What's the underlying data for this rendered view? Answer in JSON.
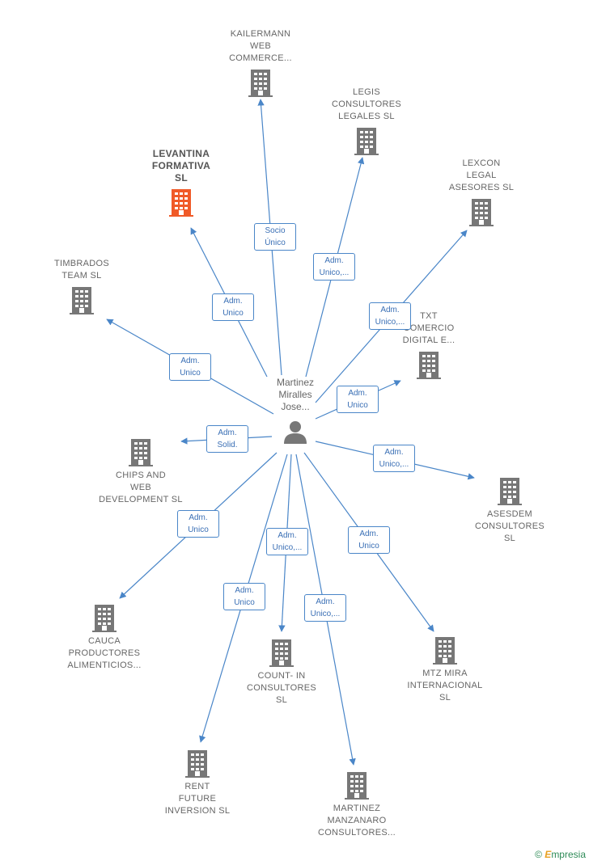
{
  "center": {
    "lines": [
      "Martinez",
      "Miralles",
      "Jose..."
    ],
    "icon": "person-icon"
  },
  "nodes": [
    {
      "id": "kailermann",
      "lines": [
        "KAILERMANN",
        "WEB",
        "COMMERCE..."
      ],
      "highlight": false
    },
    {
      "id": "legis",
      "lines": [
        "LEGIS",
        "CONSULTORES",
        "LEGALES  SL"
      ],
      "highlight": false
    },
    {
      "id": "levantina",
      "lines": [
        "LEVANTINA",
        "FORMATIVA",
        "SL"
      ],
      "highlight": true
    },
    {
      "id": "lexcon",
      "lines": [
        "LEXCON",
        "LEGAL",
        "ASESORES  SL"
      ],
      "highlight": false
    },
    {
      "id": "timbrados",
      "lines": [
        "TIMBRADOS",
        "TEAM  SL"
      ],
      "highlight": false
    },
    {
      "id": "txt",
      "lines": [
        "TXT",
        "COMERCIO",
        "DIGITAL E..."
      ],
      "highlight": false
    },
    {
      "id": "chips",
      "lines": [
        "CHIPS AND",
        "WEB",
        "DEVELOPMENT SL"
      ],
      "highlight": false
    },
    {
      "id": "asesdem",
      "lines": [
        "ASESDEM",
        "CONSULTORES",
        "SL"
      ],
      "highlight": false
    },
    {
      "id": "cauca",
      "lines": [
        "CAUCA",
        "PRODUCTORES",
        "ALIMENTICIOS..."
      ],
      "highlight": false
    },
    {
      "id": "countin",
      "lines": [
        "COUNT- IN",
        "CONSULTORES",
        "SL"
      ],
      "highlight": false
    },
    {
      "id": "mtz",
      "lines": [
        "MTZ MIRA",
        "INTERNACIONAL",
        "SL"
      ],
      "highlight": false
    },
    {
      "id": "rent",
      "lines": [
        "RENT",
        "FUTURE",
        "INVERSION  SL"
      ],
      "highlight": false
    },
    {
      "id": "martinez",
      "lines": [
        "MARTINEZ",
        "MANZANARO",
        "CONSULTORES..."
      ],
      "highlight": false
    }
  ],
  "edges": [
    {
      "to": "kailermann",
      "label": [
        "Socio",
        "Único"
      ]
    },
    {
      "to": "legis",
      "label": [
        "Adm.",
        "Unico,..."
      ]
    },
    {
      "to": "levantina",
      "label": [
        "Adm.",
        "Unico"
      ]
    },
    {
      "to": "lexcon",
      "label": [
        "Adm.",
        "Unico,..."
      ]
    },
    {
      "to": "timbrados",
      "label": [
        "Adm.",
        "Unico"
      ]
    },
    {
      "to": "txt",
      "label": [
        "Adm.",
        "Unico"
      ]
    },
    {
      "to": "chips",
      "label": [
        "Adm.",
        "Solid."
      ]
    },
    {
      "to": "asesdem",
      "label": [
        "Adm.",
        "Unico,..."
      ]
    },
    {
      "to": "cauca",
      "label": [
        "Adm.",
        "Unico"
      ]
    },
    {
      "to": "countin",
      "label": [
        "Adm.",
        "Unico,..."
      ]
    },
    {
      "to": "mtz",
      "label": [
        "Adm.",
        "Unico"
      ]
    },
    {
      "to": "rent",
      "label": [
        "Adm.",
        "Unico"
      ]
    },
    {
      "to": "martinez",
      "label": [
        "Adm.",
        "Unico,..."
      ]
    }
  ],
  "colors": {
    "edge": "#4a86c8",
    "building": "#777777",
    "highlight": "#f05a28"
  },
  "footer": {
    "copyright": "©",
    "brand_initial": "E",
    "brand_rest": "mpresia"
  }
}
